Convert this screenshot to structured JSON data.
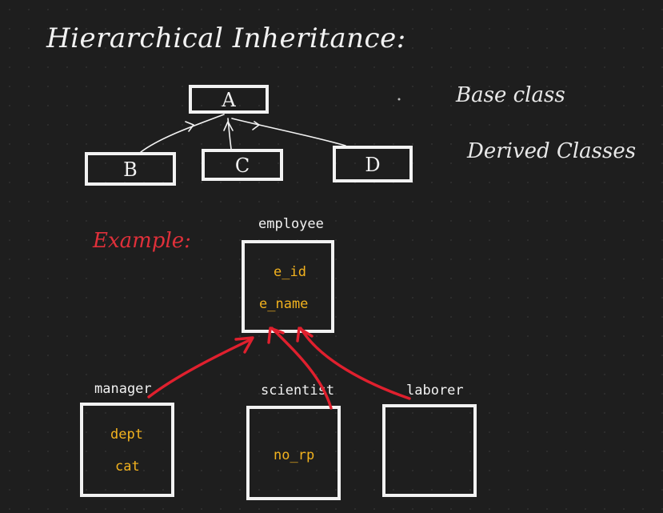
{
  "title": "Hierarchical Inheritance:",
  "labels": {
    "base": "Base class",
    "derived": "Derived Classes",
    "example": "Example:"
  },
  "top_diagram": {
    "base_class": "A",
    "derived_classes": [
      "B",
      "C",
      "D"
    ]
  },
  "example_diagram": {
    "base": {
      "name": "employee",
      "attributes": [
        "e_id",
        "e_name"
      ]
    },
    "derived": [
      {
        "name": "manager",
        "attributes": [
          "dept",
          "cat"
        ]
      },
      {
        "name": "scientist",
        "attributes": [
          "no_rp"
        ]
      },
      {
        "name": "laborer",
        "attributes": []
      }
    ]
  },
  "colors": {
    "background": "#1e1e1e",
    "stroke": "#f2f2f2",
    "arrow_red": "#e0202e",
    "attribute": "#f2b21e",
    "example_label": "#e0303a"
  }
}
